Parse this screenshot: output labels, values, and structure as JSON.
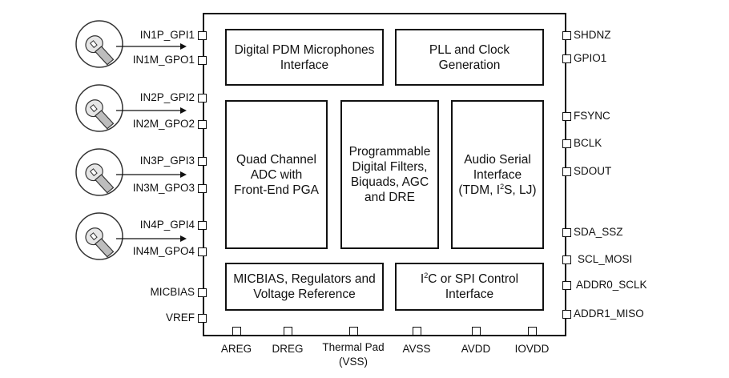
{
  "blocks": {
    "pdm": "Digital PDM Microphones\nInterface",
    "pll": "PLL and Clock\nGeneration",
    "adc": "Quad Channel\nADC with\nFront-End PGA",
    "filters": "Programmable\nDigital Filters,\nBiquads, AGC\nand DRE",
    "asi_line1": "Audio Serial\nInterface",
    "asi_line2_a": "(TDM, I",
    "asi_line2_sup": "2",
    "asi_line2_b": "S, LJ)",
    "micbias": "MICBIAS, Regulators and\nVoltage Reference",
    "ctrl_sup": "2",
    "ctrl_a": "I",
    "ctrl_b": "C or SPI Control",
    "ctrl_line2": "Interface"
  },
  "left_pins": [
    "IN1P_GPI1",
    "IN1M_GPO1",
    "IN2P_GPI2",
    "IN2M_GPO2",
    "IN3P_GPI3",
    "IN3M_GPO3",
    "IN4P_GPI4",
    "IN4M_GPO4",
    "MICBIAS",
    "VREF"
  ],
  "right_pins": [
    "SHDNZ",
    "GPIO1",
    "FSYNC",
    "BCLK",
    "SDOUT",
    "SDA_SSZ",
    "SCL_MOSI",
    "ADDR0_SCLK",
    "ADDR1_MISO"
  ],
  "bottom_pins": [
    "AREG",
    "DREG",
    "Thermal Pad\n(VSS)",
    "AVSS",
    "AVDD",
    "IOVDD"
  ]
}
